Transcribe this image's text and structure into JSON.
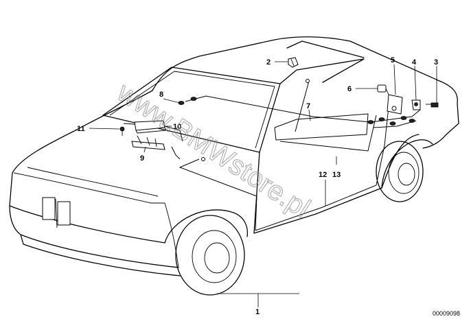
{
  "diagram": {
    "callouts": [
      {
        "id": "callout-1",
        "label": "1"
      },
      {
        "id": "callout-2",
        "label": "2"
      },
      {
        "id": "callout-3",
        "label": "3"
      },
      {
        "id": "callout-4",
        "label": "4"
      },
      {
        "id": "callout-5",
        "label": "5"
      },
      {
        "id": "callout-6",
        "label": "6"
      },
      {
        "id": "callout-7",
        "label": "7"
      },
      {
        "id": "callout-8",
        "label": "8"
      },
      {
        "id": "callout-9",
        "label": "9"
      },
      {
        "id": "callout-10",
        "label": "10"
      },
      {
        "id": "callout-11",
        "label": "11"
      },
      {
        "id": "callout-12",
        "label": "12"
      },
      {
        "id": "callout-13",
        "label": "13"
      }
    ],
    "watermark": "www.BMWstore.pl",
    "drawing_number": "00009098"
  }
}
